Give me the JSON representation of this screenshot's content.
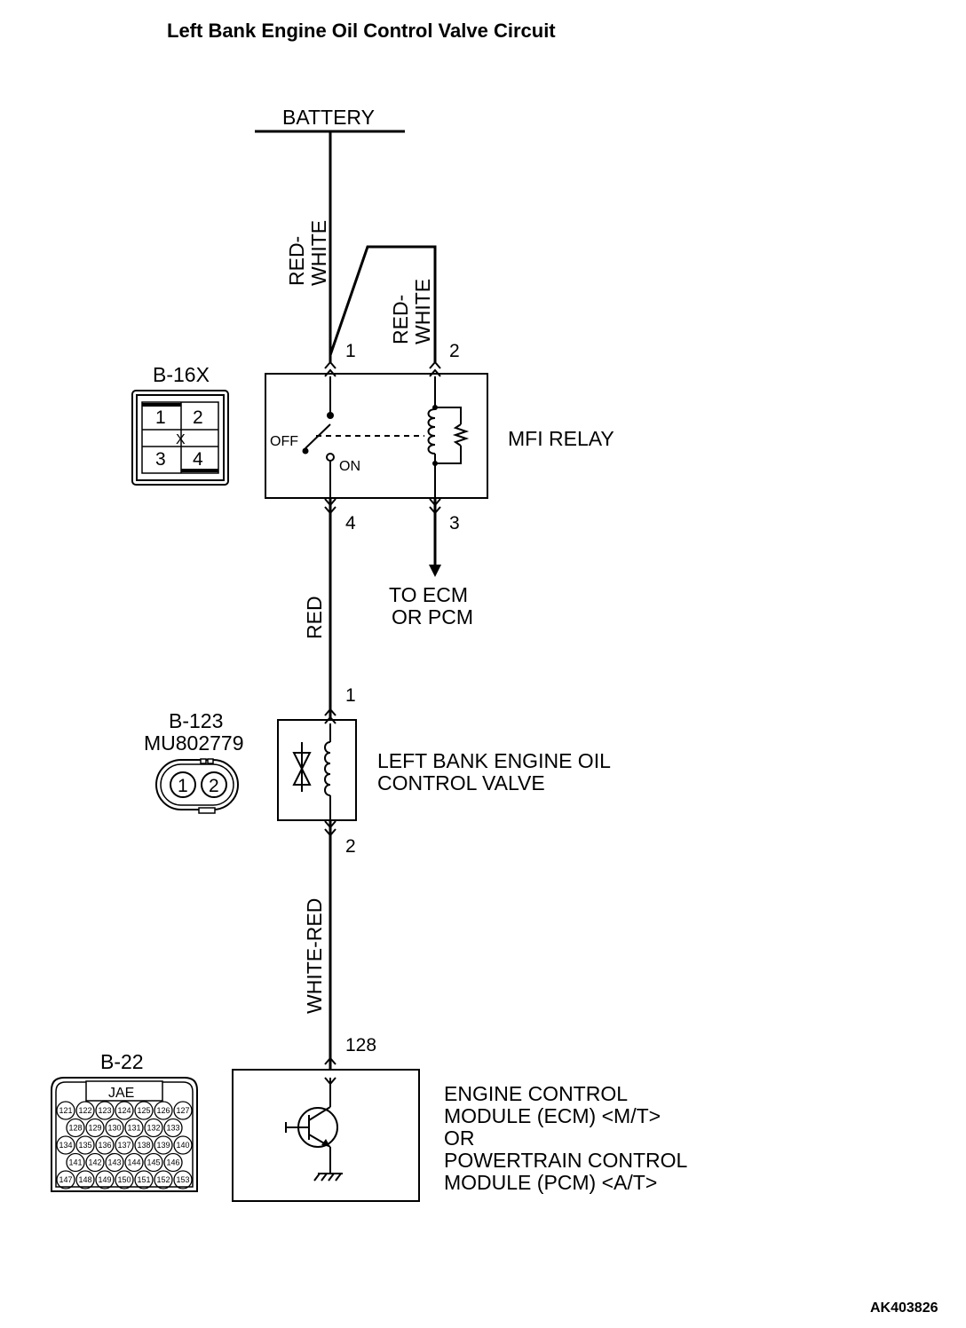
{
  "title": "Left Bank Engine Oil Control Valve Circuit",
  "battery_label": "BATTERY",
  "wires": {
    "red_white_1a": "RED-",
    "red_white_1b": "WHITE",
    "red_white_2a": "RED-",
    "red_white_2b": "WHITE",
    "red": "RED",
    "white_red": "WHITE-RED"
  },
  "relay": {
    "connector_label": "B-16X",
    "name": "MFI RELAY",
    "pin1": "1",
    "pin2": "2",
    "pin3": "3",
    "pin4": "4",
    "switch_off": "OFF",
    "switch_on": "ON",
    "connector_pins": [
      "1",
      "2",
      "3",
      "4"
    ],
    "connector_mark": "X",
    "to_ecm_line1": "TO ECM",
    "to_ecm_line2": "OR PCM"
  },
  "valve": {
    "connector_label": "B-123",
    "part_number": "MU802779",
    "name_line1": "LEFT BANK ENGINE OIL",
    "name_line2": "CONTROL VALVE",
    "pin1": "1",
    "pin2": "2",
    "connector_pins": [
      "1",
      "2"
    ]
  },
  "ecm": {
    "connector_label": "B-22",
    "connector_maker": "JAE",
    "pin": "128",
    "name_line1": "ENGINE CONTROL",
    "name_line2": "MODULE (ECM) <M/T>",
    "name_line3": "OR",
    "name_line4": "POWERTRAIN CONTROL",
    "name_line5": "MODULE (PCM) <A/T>",
    "connector_rows": [
      [
        "121",
        "122",
        "123",
        "124",
        "125",
        "126",
        "127"
      ],
      [
        "128",
        "129",
        "130",
        "131",
        "132",
        "133"
      ],
      [
        "134",
        "135",
        "136",
        "137",
        "138",
        "139",
        "140"
      ],
      [
        "141",
        "142",
        "143",
        "144",
        "145",
        "146"
      ],
      [
        "147",
        "148",
        "149",
        "150",
        "151",
        "152",
        "153"
      ]
    ]
  },
  "figure_code": "AK403826"
}
